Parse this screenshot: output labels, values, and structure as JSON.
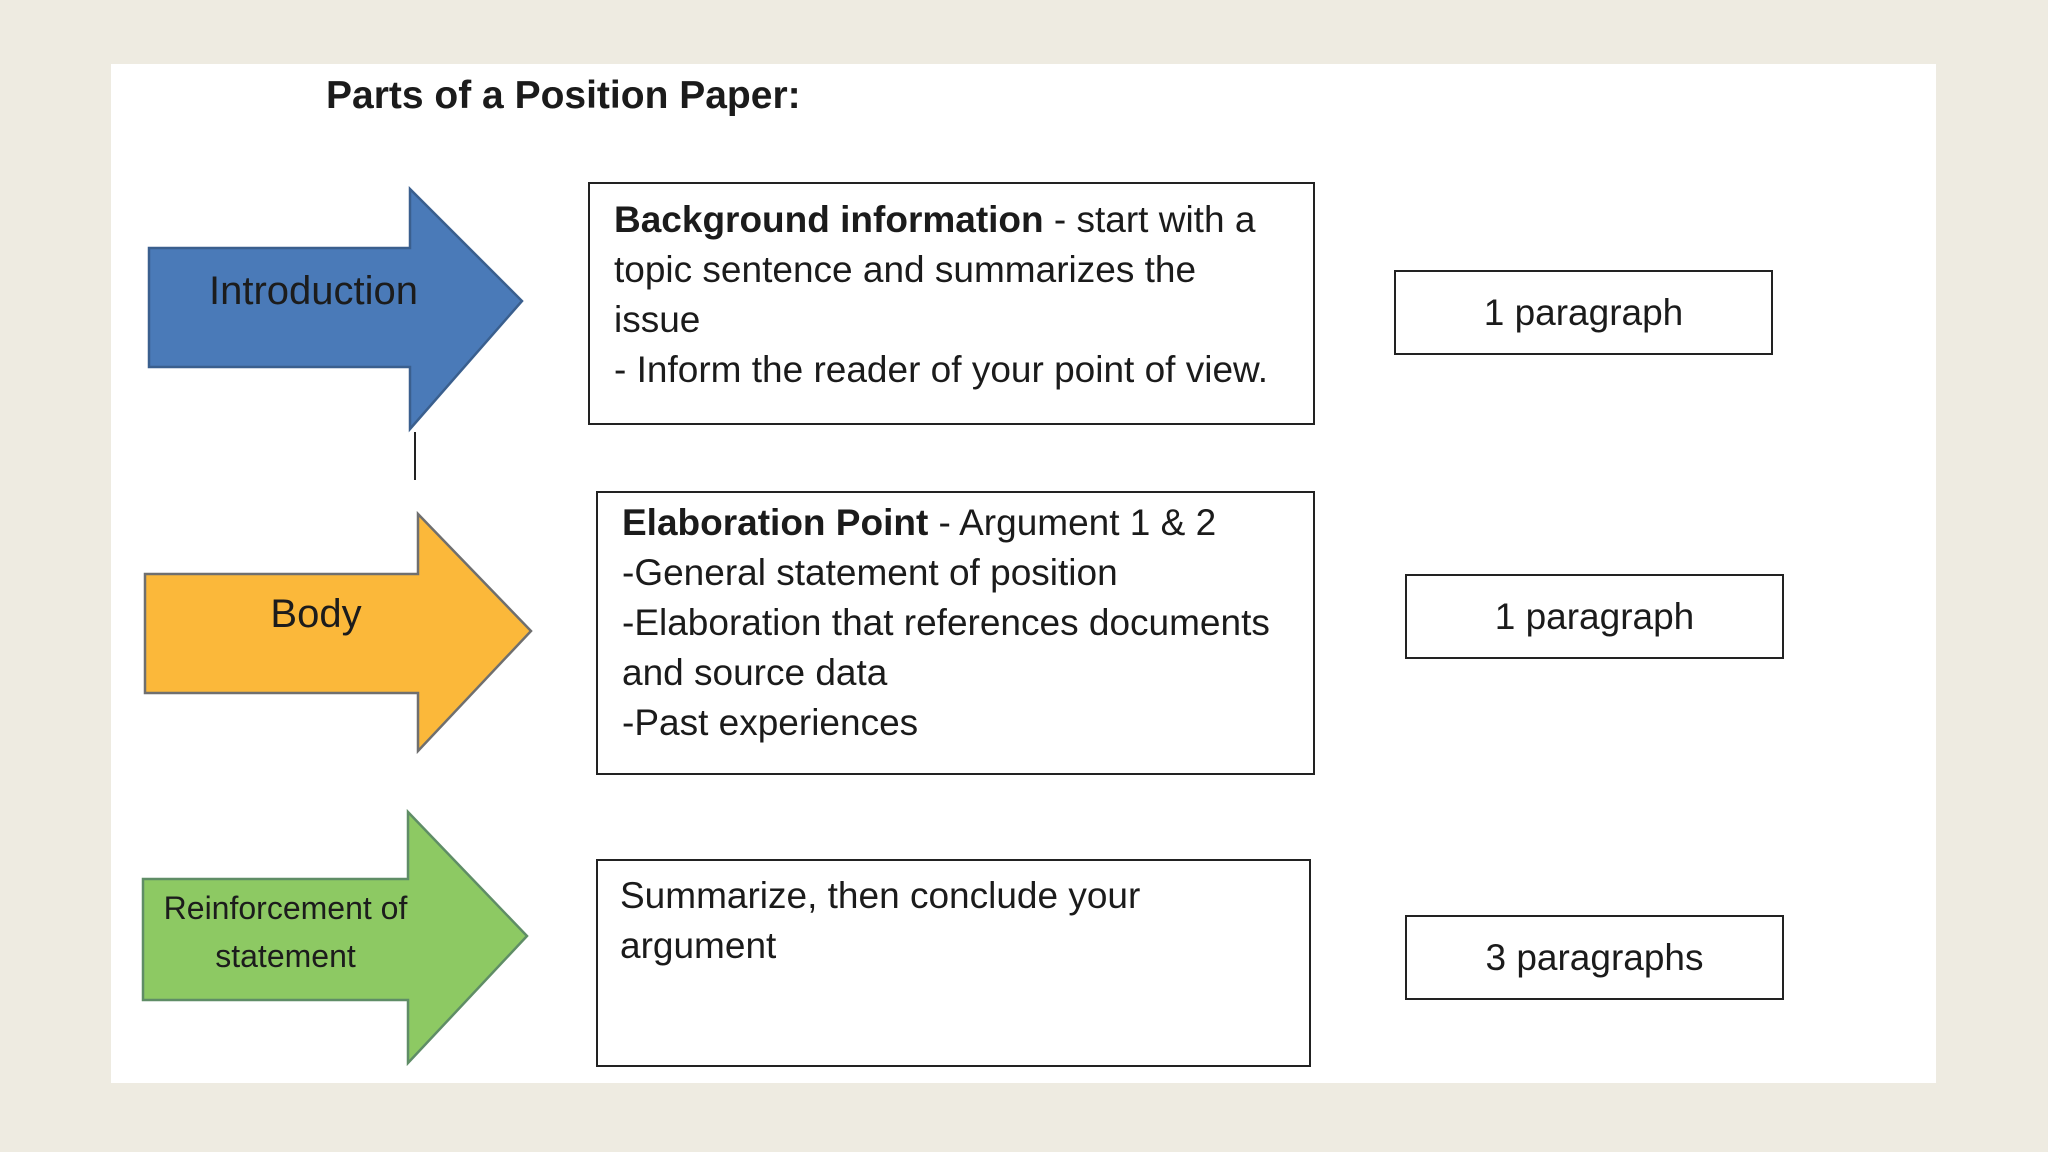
{
  "title": "Parts of a Position Paper:",
  "colors": {
    "introduction": "#4a7ab8",
    "body": "#fbb83a",
    "reinforcement": "#8dc963"
  },
  "sections": [
    {
      "arrow_label": "Introduction",
      "box": {
        "heading": "Background information",
        "heading_suffix": " - start with a",
        "lines": [
          "topic sentence and summarizes the",
          "issue",
          "- Inform the reader of your point of view."
        ]
      },
      "count": "1 paragraph"
    },
    {
      "arrow_label": "Body",
      "box": {
        "heading": "Elaboration Point",
        "heading_suffix": " - Argument 1 & 2",
        "lines": [
          "-General statement of position",
          "-Elaboration that references documents",
          "and source data",
          "-Past experiences"
        ]
      },
      "count": "1 paragraph"
    },
    {
      "arrow_label_lines": [
        "Reinforcement  of",
        "statement"
      ],
      "box": {
        "lines": [
          "Summarize, then conclude your",
          "argument"
        ]
      },
      "count": "3 paragraphs"
    }
  ]
}
